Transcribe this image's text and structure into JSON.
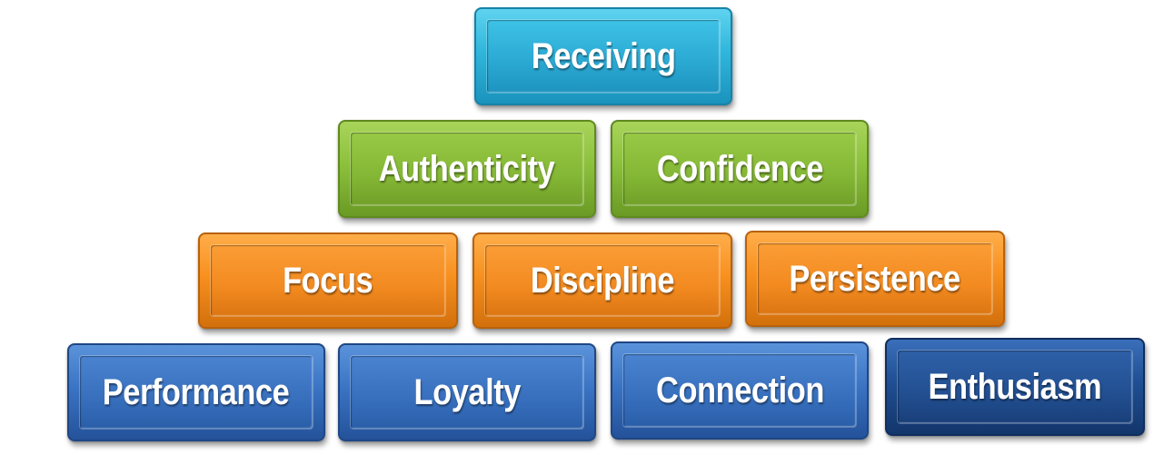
{
  "pyramid": {
    "rows": [
      {
        "color": "#2aa8d2",
        "blocks": [
          "Receiving"
        ]
      },
      {
        "color": "#84b735",
        "blocks": [
          "Authenticity",
          "Confidence"
        ]
      },
      {
        "color": "#f28a20",
        "blocks": [
          "Focus",
          "Discipline",
          "Persistence"
        ]
      },
      {
        "color": "#376fbd",
        "blocks": [
          "Performance",
          "Loyalty",
          "Connection",
          "Enthusiasm"
        ]
      }
    ]
  }
}
